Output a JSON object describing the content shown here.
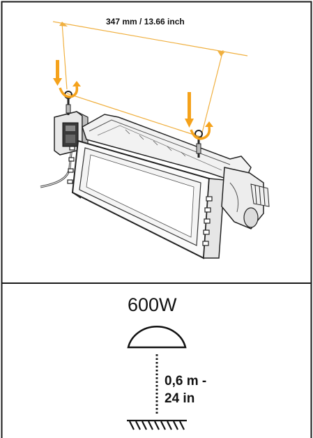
{
  "top_panel": {
    "dimension_label": "347 mm / 13.66 inch"
  },
  "bottom_panel": {
    "wattage_label": "600W",
    "distance_line1": "0,6 m -",
    "distance_line2": "24 in"
  },
  "colors": {
    "frame": "#1a1a1a",
    "accent_orange": "#f5a21b",
    "dimension_line": "#f0b040",
    "ink": "#111111"
  },
  "icons": {
    "lamp": "dome-lamp-icon",
    "ground": "hatched-ground-icon",
    "arrow": "down-arrow-icon",
    "rotate": "rotate-arrow-icon"
  }
}
